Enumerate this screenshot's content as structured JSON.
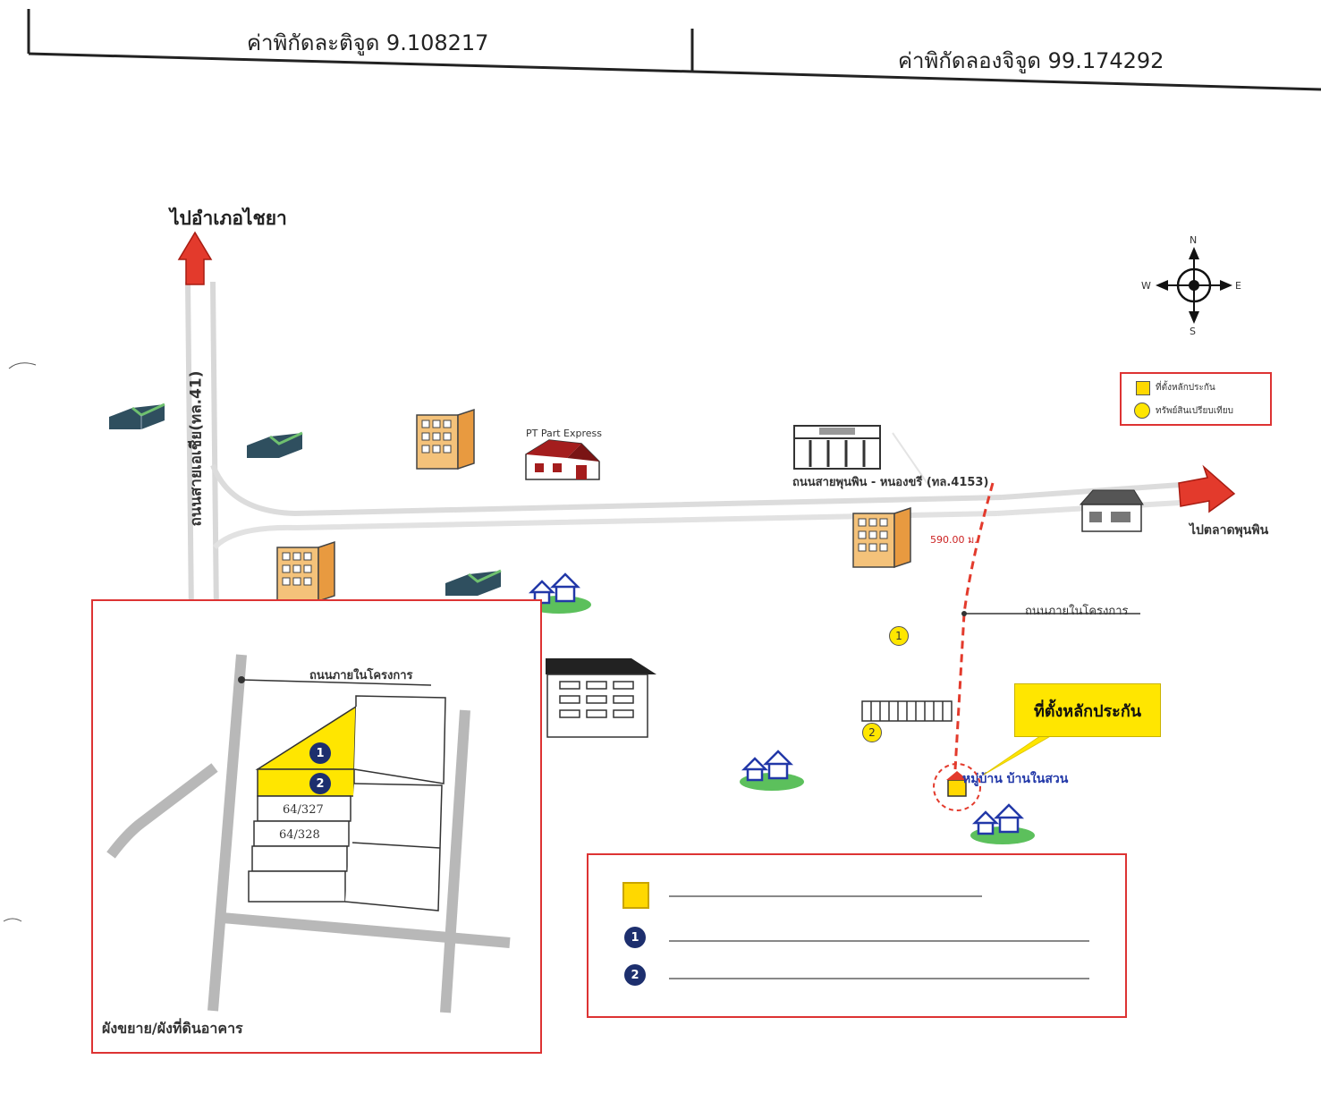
{
  "header": {
    "latitude_label": "ค่าพิกัดละติจูด 9.108217",
    "longitude_label": "ค่าพิกัดลองจิจูด 99.174292"
  },
  "directions": {
    "north_arrow_label": "ไปอำเภอไชยา",
    "east_arrow_label": "ไปตลาดพุนพิน"
  },
  "compass": {
    "n": "N",
    "e": "E",
    "s": "S",
    "w": "W"
  },
  "roads": {
    "highway_41": "ถนนสายเอเชีย(ทล.41)",
    "road_4153": "ถนนสายพุนพิน - หนองขรี (ทล.4153)",
    "distance": "590.00 ม.",
    "project_road": "ถนนภายในโครงการ",
    "inset_project_road": "ถนนภายในโครงการ"
  },
  "landmarks": {
    "pt_station": "PT Part Express",
    "subject_label": "ที่ตั้งหลักประกัน",
    "village": "หมู่บ้าน บ้านในสวน",
    "marker_1": "1",
    "marker_2": "2"
  },
  "legend_small": {
    "items": [
      "ที่ตั้งหลักประกัน",
      "ทรัพย์สินเปรียบเทียบ"
    ],
    "colors": [
      "#ffd800",
      "#ffe600"
    ]
  },
  "inset": {
    "title": "ผังขยาย/ผังที่ดินอาคาร",
    "lot_1": "1",
    "lot_2": "2",
    "unit_a": "64/327",
    "unit_b": "64/328"
  },
  "legend_main": {
    "row_1_number": "1",
    "row_2_number": "2"
  },
  "colors": {
    "road": "#b8b8b8",
    "accent_red": "#e33a2c",
    "subject_yellow": "#ffd800",
    "marker_navy": "#1d2f6e"
  }
}
